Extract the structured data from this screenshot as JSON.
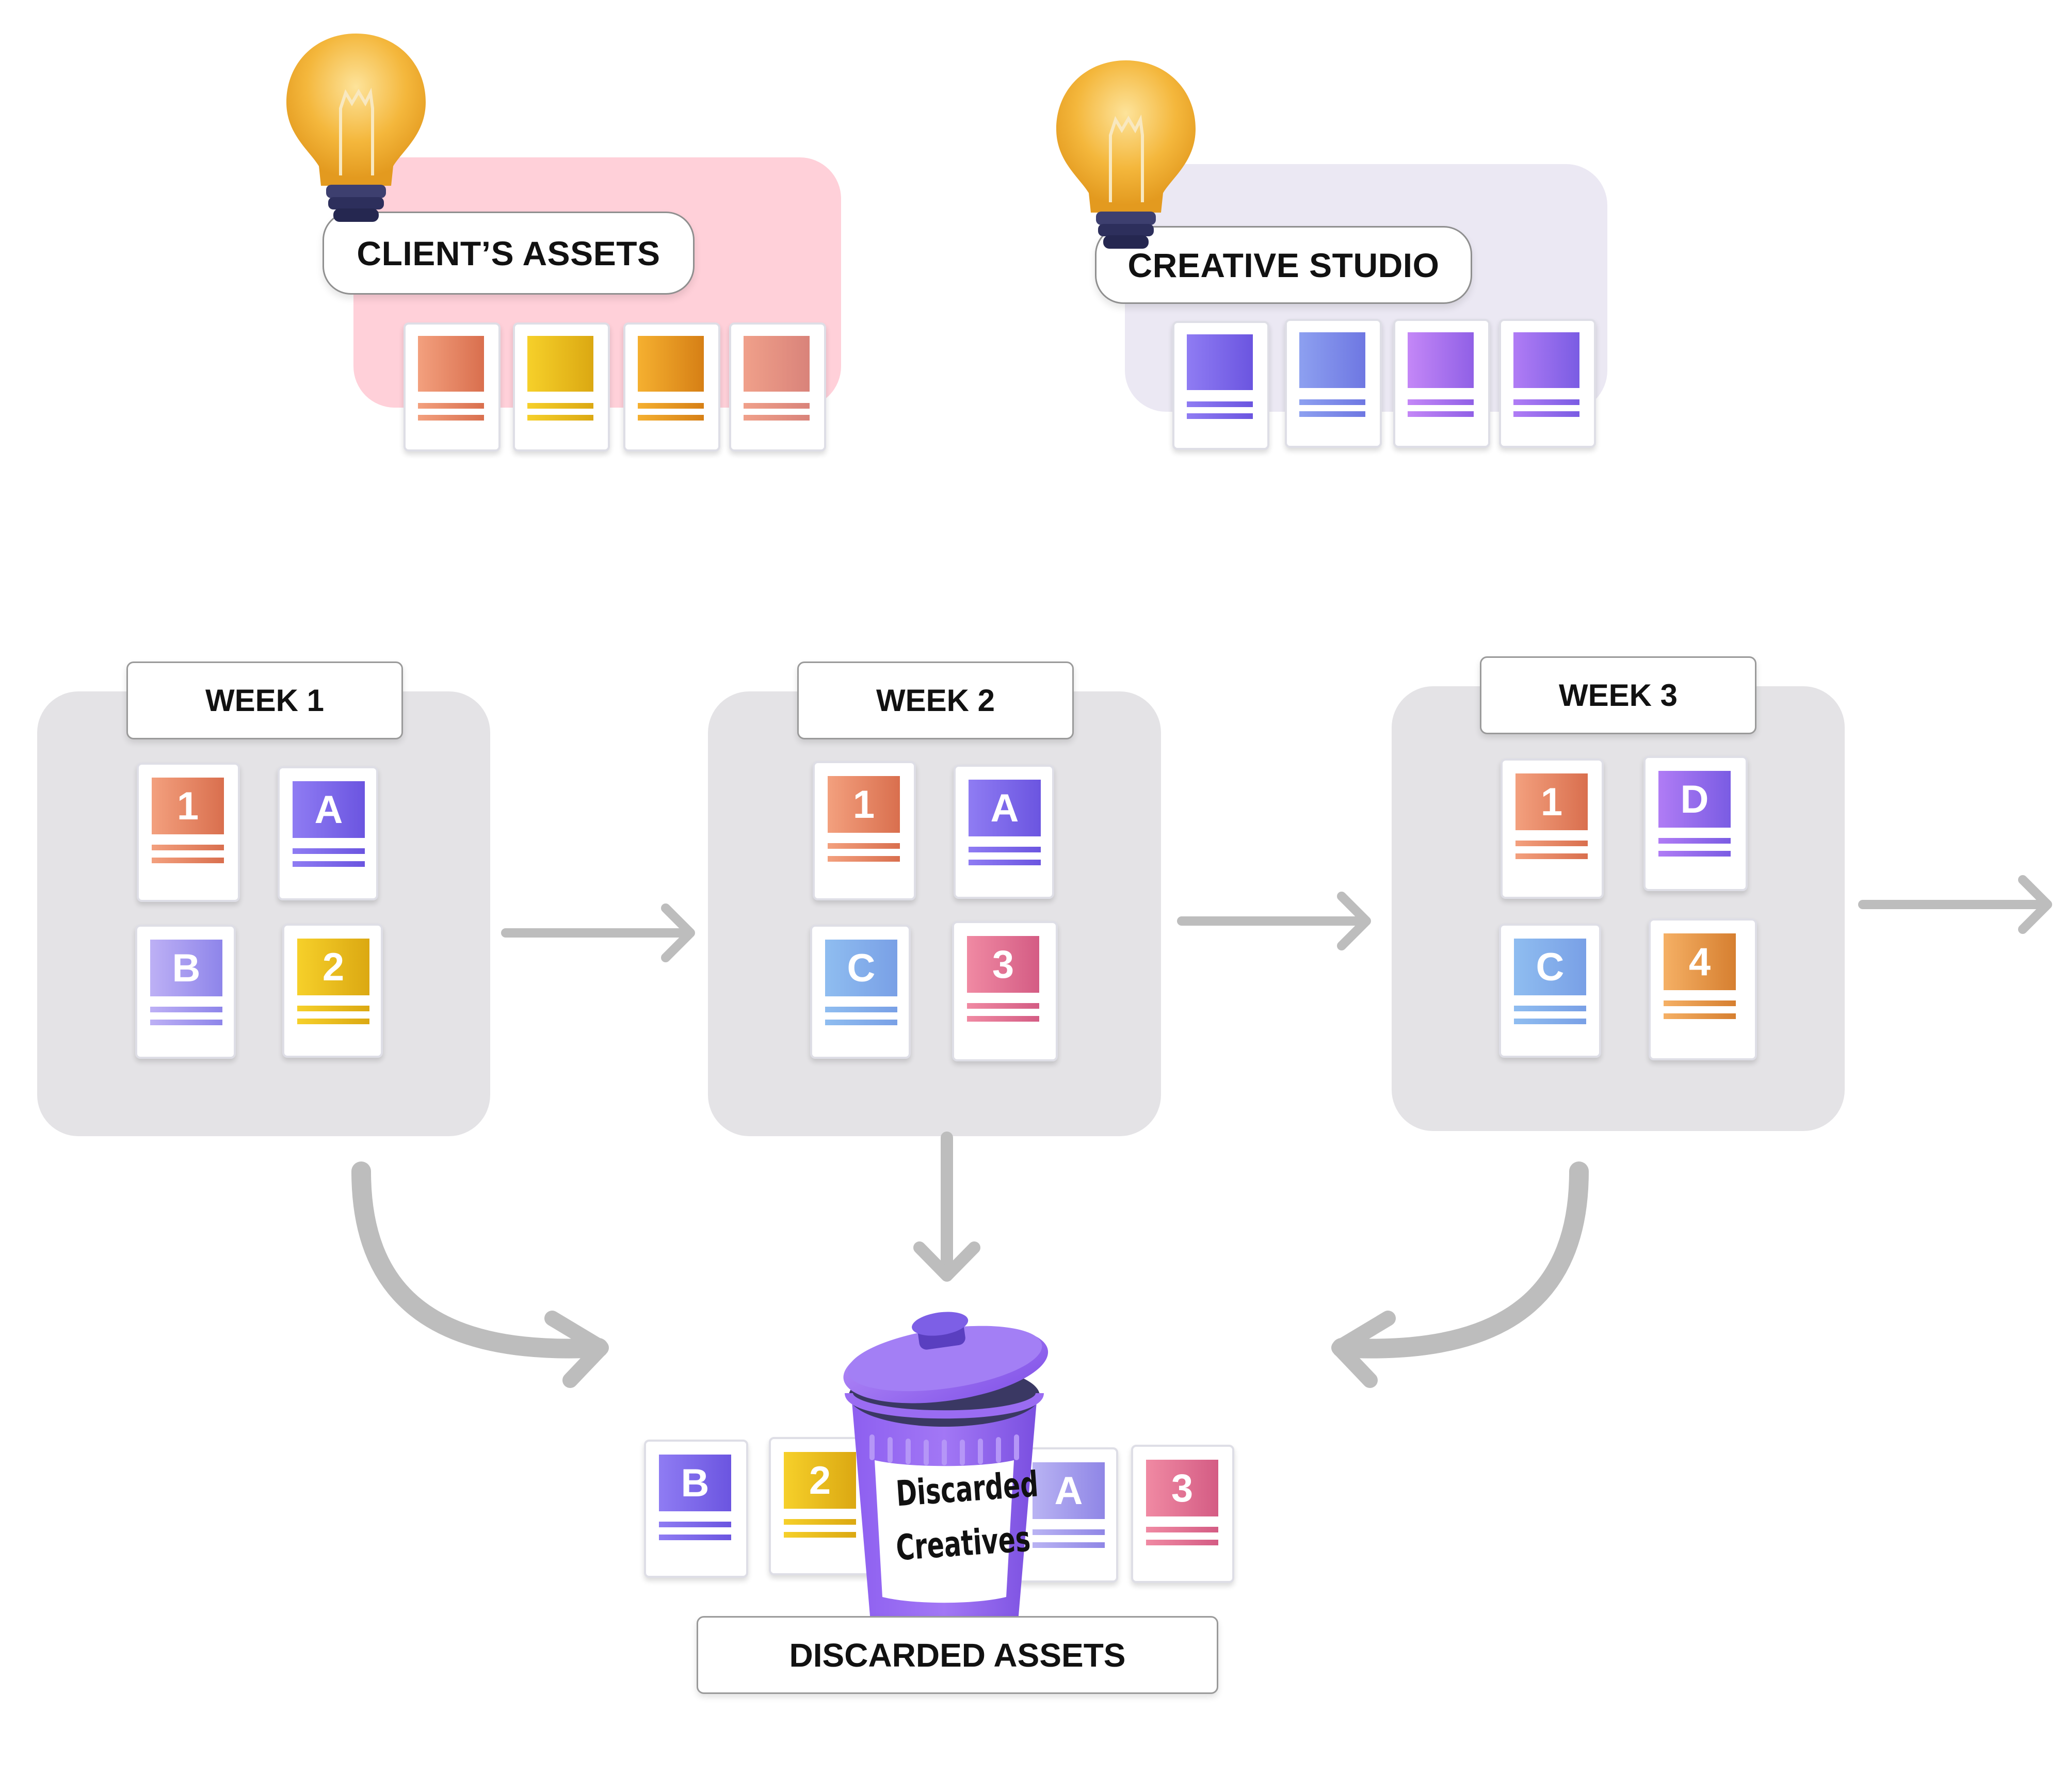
{
  "client_assets": {
    "label": "CLIENT’S ASSETS",
    "panel_color": "#ffd0d9",
    "cards": [
      {
        "colors": [
          "#f3a07e",
          "#d96f4e"
        ]
      },
      {
        "colors": [
          "#f6d02a",
          "#dba812"
        ]
      },
      {
        "colors": [
          "#f5b030",
          "#d67f15"
        ]
      },
      {
        "colors": [
          "#f0a08a",
          "#d9837a"
        ]
      }
    ]
  },
  "creative_studio": {
    "label": "CREATIVE STUDIO",
    "panel_color": "#ebe8f3",
    "cards": [
      {
        "colors": [
          "#8f7cf3",
          "#6b55e0"
        ]
      },
      {
        "colors": [
          "#8da0f0",
          "#6e77e2"
        ]
      },
      {
        "colors": [
          "#c487f7",
          "#9060e6"
        ]
      },
      {
        "colors": [
          "#b07cf5",
          "#7a5ce3"
        ]
      }
    ]
  },
  "weeks": [
    {
      "label": "WEEK 1",
      "cards": [
        {
          "letter": "1",
          "colors": [
            "#f3a07e",
            "#d96f4e"
          ]
        },
        {
          "letter": "A",
          "colors": [
            "#8f7cf3",
            "#6b55e0"
          ]
        },
        {
          "letter": "B",
          "colors": [
            "#bdb0f5",
            "#8e85ea"
          ]
        },
        {
          "letter": "2",
          "colors": [
            "#f6d02a",
            "#dba812"
          ]
        }
      ]
    },
    {
      "label": "WEEK 2",
      "cards": [
        {
          "letter": "1",
          "colors": [
            "#f3a07e",
            "#d96f4e"
          ]
        },
        {
          "letter": "A",
          "colors": [
            "#8f7cf3",
            "#6b55e0"
          ]
        },
        {
          "letter": "C",
          "colors": [
            "#8fbdf0",
            "#79a0e6"
          ]
        },
        {
          "letter": "3",
          "colors": [
            "#f08aa3",
            "#d45c84"
          ]
        }
      ]
    },
    {
      "label": "WEEK 3",
      "cards": [
        {
          "letter": "1",
          "colors": [
            "#f3a07e",
            "#d96f4e"
          ]
        },
        {
          "letter": "D",
          "colors": [
            "#b07cf5",
            "#7a5ce3"
          ]
        },
        {
          "letter": "C",
          "colors": [
            "#8fbdf0",
            "#79a0e6"
          ]
        },
        {
          "letter": "4",
          "colors": [
            "#f5b065",
            "#d67f30"
          ]
        }
      ]
    }
  ],
  "trash": {
    "label_line1": "Discarded",
    "label_line2": "Creatives",
    "color": "#9b6cf0"
  },
  "discarded": {
    "label": "DISCARDED ASSETS",
    "cards": [
      {
        "letter": "B",
        "colors": [
          "#8f7cf3",
          "#6b55e0"
        ]
      },
      {
        "letter": "2",
        "colors": [
          "#f6d02a",
          "#dba812"
        ]
      },
      {
        "letter": "A",
        "colors": [
          "#b9b3f3",
          "#8f86e6"
        ]
      },
      {
        "letter": "3",
        "colors": [
          "#f08aa3",
          "#d45c84"
        ]
      }
    ]
  },
  "arrow_color": "#bdbdbd"
}
